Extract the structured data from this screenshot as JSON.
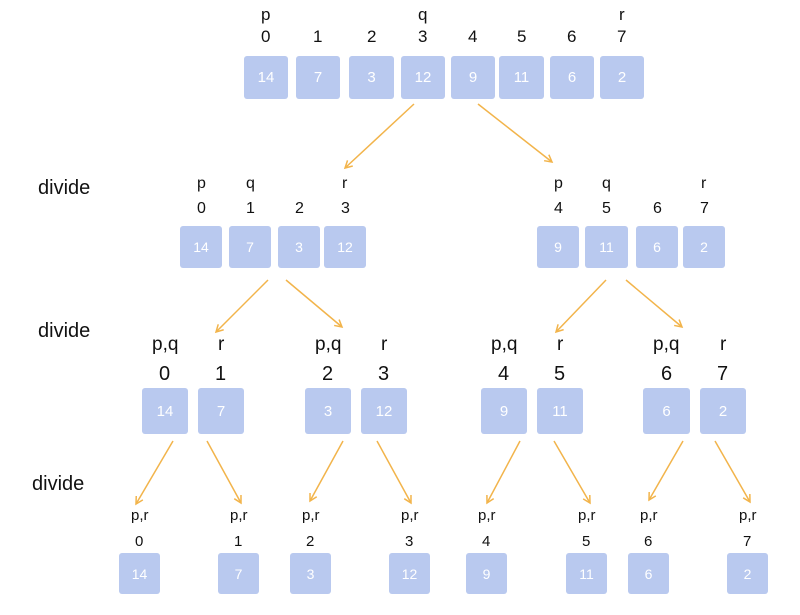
{
  "stage_labels": [
    "divide",
    "divide",
    "divide"
  ],
  "arrow_color": "#f2b44b",
  "box_color": "#b9c9ef",
  "levels": [
    {
      "groups": [
        {
          "values": [
            "14",
            "7",
            "3",
            "12",
            "9",
            "11",
            "6",
            "2"
          ],
          "indices": [
            "0",
            "1",
            "2",
            "3",
            "4",
            "5",
            "6",
            "7"
          ],
          "pointers": [
            "p",
            "",
            "",
            "q",
            "",
            "",
            "",
            "r"
          ]
        }
      ]
    },
    {
      "groups": [
        {
          "values": [
            "14",
            "7",
            "3",
            "12"
          ],
          "indices": [
            "0",
            "1",
            "2",
            "3"
          ],
          "pointers": [
            "p",
            "q",
            "",
            "r"
          ]
        },
        {
          "values": [
            "9",
            "11",
            "6",
            "2"
          ],
          "indices": [
            "4",
            "5",
            "6",
            "7"
          ],
          "pointers": [
            "p",
            "q",
            "",
            "r"
          ]
        }
      ]
    },
    {
      "groups": [
        {
          "values": [
            "14",
            "7"
          ],
          "indices": [
            "0",
            "1"
          ],
          "pointers": [
            "p,q",
            "r"
          ]
        },
        {
          "values": [
            "3",
            "12"
          ],
          "indices": [
            "2",
            "3"
          ],
          "pointers": [
            "p,q",
            "r"
          ]
        },
        {
          "values": [
            "9",
            "11"
          ],
          "indices": [
            "4",
            "5"
          ],
          "pointers": [
            "p,q",
            "r"
          ]
        },
        {
          "values": [
            "6",
            "2"
          ],
          "indices": [
            "6",
            "7"
          ],
          "pointers": [
            "p,q",
            "r"
          ]
        }
      ]
    },
    {
      "groups": [
        {
          "values": [
            "14"
          ],
          "indices": [
            "0"
          ],
          "pointers": [
            "p,r"
          ]
        },
        {
          "values": [
            "7"
          ],
          "indices": [
            "1"
          ],
          "pointers": [
            "p,r"
          ]
        },
        {
          "values": [
            "3"
          ],
          "indices": [
            "2"
          ],
          "pointers": [
            "p,r"
          ]
        },
        {
          "values": [
            "12"
          ],
          "indices": [
            "3"
          ],
          "pointers": [
            "p,r"
          ]
        },
        {
          "values": [
            "9"
          ],
          "indices": [
            "4"
          ],
          "pointers": [
            "p,r"
          ]
        },
        {
          "values": [
            "11"
          ],
          "indices": [
            "5"
          ],
          "pointers": [
            "p,r"
          ]
        },
        {
          "values": [
            "6"
          ],
          "indices": [
            "6"
          ],
          "pointers": [
            "p,r"
          ]
        },
        {
          "values": [
            "2"
          ],
          "indices": [
            "7"
          ],
          "pointers": [
            "p,r"
          ]
        }
      ]
    }
  ]
}
